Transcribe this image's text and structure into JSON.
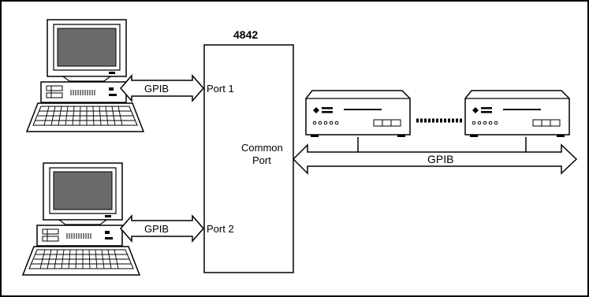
{
  "switch": {
    "title": "4842",
    "port1_label": "Port 1",
    "port2_label": "Port 2",
    "common_label_line1": "Common",
    "common_label_line2": "Port"
  },
  "links": {
    "port1_bus": "GPIB",
    "port2_bus": "GPIB",
    "common_bus": "GPIB"
  },
  "icons": {
    "controller": "computer-icon",
    "instrument": "instrument-icon",
    "bus_arrow": "double-arrow-icon"
  },
  "colors": {
    "stroke": "#000000",
    "background": "#ffffff",
    "screen": "#6a6a6a"
  }
}
